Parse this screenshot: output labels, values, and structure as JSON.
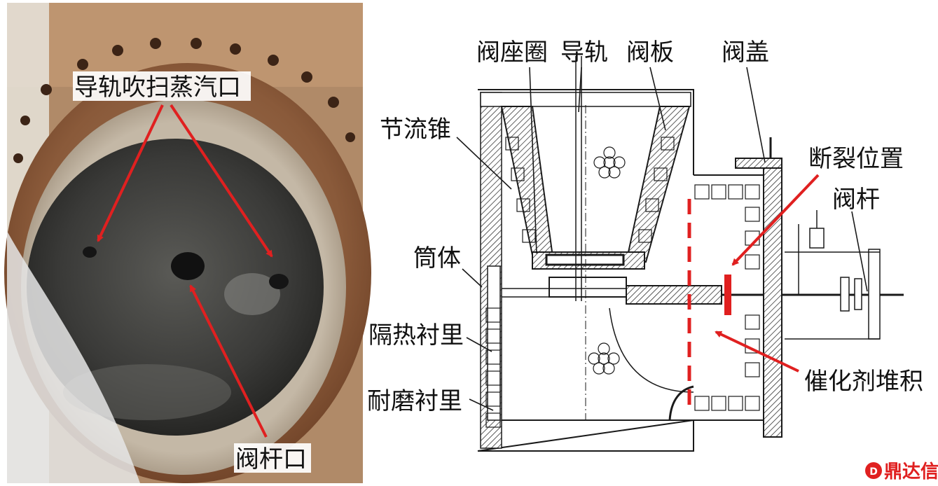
{
  "photo": {
    "label_guide_purge": "导轨吹扫蒸汽口",
    "label_stem_port": "阀杆口"
  },
  "diagram": {
    "labels": {
      "seat_ring": "阀座圈",
      "guide_rail": "导轨",
      "valve_plate": "阀板",
      "bonnet": "阀盖",
      "throttle_cone": "节流锥",
      "fracture_position": "断裂位置",
      "valve_stem": "阀杆",
      "shell": "筒体",
      "insulation_lining": "隔热衬里",
      "wear_lining": "耐磨衬里",
      "catalyst_deposit": "催化剂堆积"
    }
  },
  "watermark": {
    "text": "鼎达信"
  },
  "colors": {
    "accent_red": "#e02020",
    "line": "#1a1a1a",
    "photo_rust": "#8a5a3a",
    "photo_dark": "#3a3a38"
  }
}
